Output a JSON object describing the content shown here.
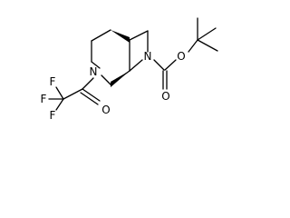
{
  "atoms": {
    "N_azetidine": "N",
    "N_piperidine": "N",
    "O_carbonyl_boc": "O",
    "O_ester_boc": "O",
    "O_carbonyl_tfa": "O",
    "F_top": "F",
    "F_left": "F",
    "F_bottom": "F"
  },
  "colors": {
    "bond": "#000000",
    "label": "#000000",
    "background": "#ffffff"
  }
}
